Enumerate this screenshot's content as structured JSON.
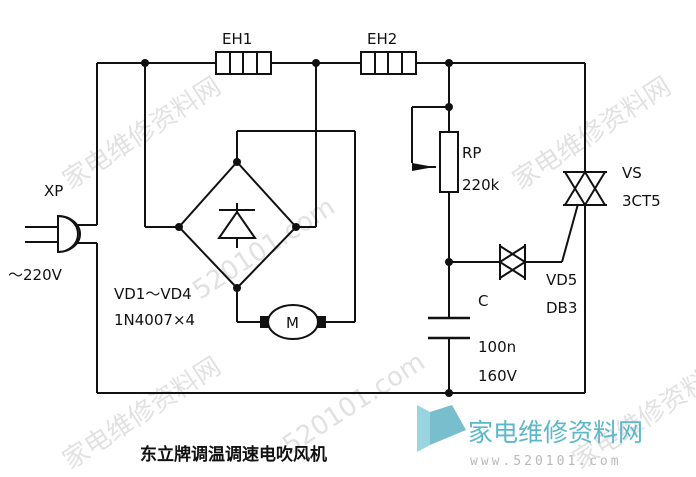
{
  "title": "东立牌调温调速电吹风机",
  "components": {
    "heater1": "EH1",
    "heater2": "EH2",
    "plug": "XP",
    "voltage": "～220V",
    "bridge": [
      "VD1～VD4",
      "1N4007×4"
    ],
    "motor": "M",
    "pot": [
      "RP",
      "220k"
    ],
    "triac": [
      "VS",
      "3CT5"
    ],
    "diac": [
      "VD5",
      "DB3"
    ],
    "capacitor": [
      "C",
      "100n",
      "160V"
    ]
  },
  "watermark": {
    "text": "家电维修资料网",
    "url": "520101.com",
    "brand": "家电维修资料网",
    "brand_url": "www.520101.com"
  },
  "colors": {
    "ink": "#111111",
    "watermark_gray": "#c9c9c9",
    "brand_teal": "#5cb8c9"
  }
}
